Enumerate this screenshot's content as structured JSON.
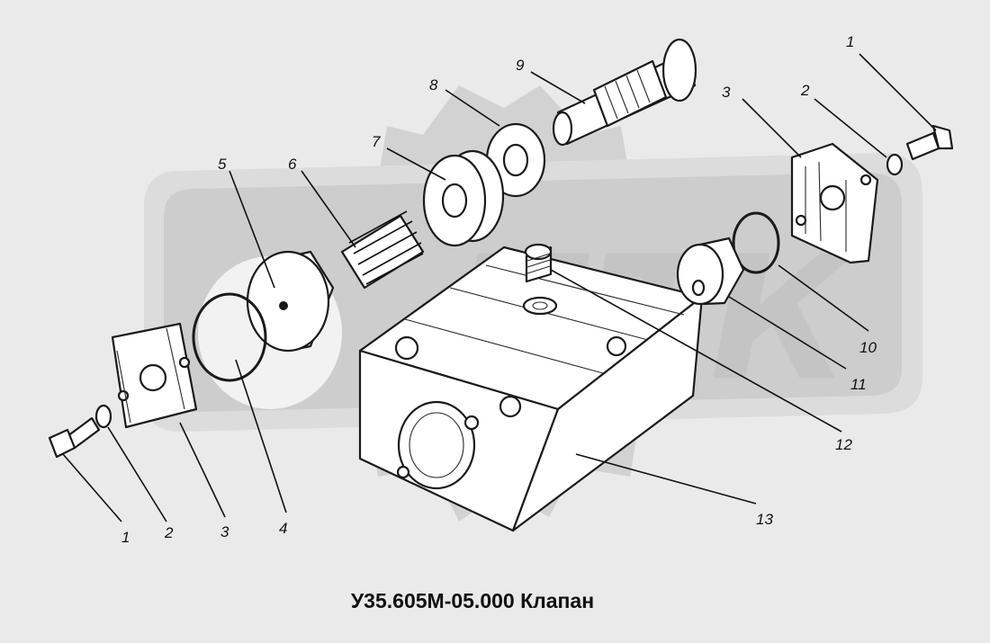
{
  "caption": "У35.605М-05.000 Клапан",
  "watermark": "ПТК",
  "labels": [
    "1",
    "2",
    "3",
    "4",
    "5",
    "6",
    "7",
    "8",
    "9",
    "10",
    "11",
    "12",
    "13"
  ],
  "colors": {
    "background": "#eaeaea",
    "watermark": "#cfcfcf",
    "line": "#1a1a1a"
  }
}
